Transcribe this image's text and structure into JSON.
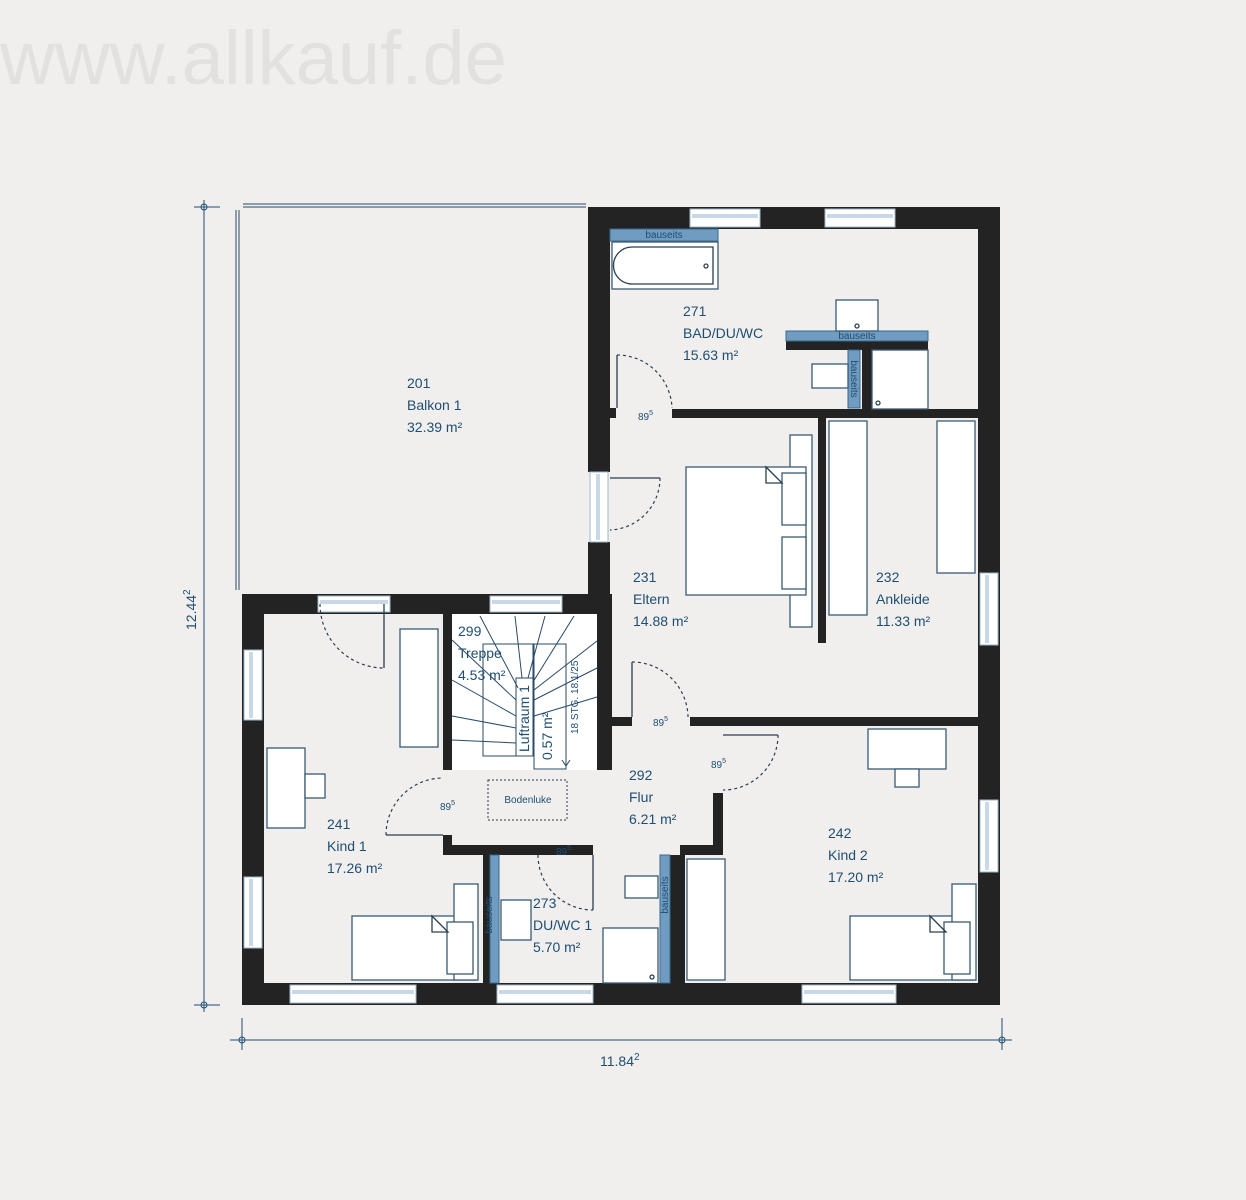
{
  "watermark": "www.allkauf.de",
  "dimensions": {
    "width": "11.84",
    "width_sup": "2",
    "height": "12.44",
    "height_sup": "2"
  },
  "rooms": [
    {
      "number": "201",
      "name": "Balkon 1",
      "area": "32.39 m²"
    },
    {
      "number": "271",
      "name": "BAD/DU/WC",
      "area": "15.63 m²"
    },
    {
      "number": "231",
      "name": "Eltern",
      "area": "14.88 m²"
    },
    {
      "number": "232",
      "name": "Ankleide",
      "area": "11.33 m²"
    },
    {
      "number": "299",
      "name": "Treppe",
      "area": "4.53 m²"
    },
    {
      "number": "241",
      "name": "Kind 1",
      "area": "17.26 m²"
    },
    {
      "number": "292",
      "name": "Flur",
      "area": "6.21 m²"
    },
    {
      "number": "242",
      "name": "Kind 2",
      "area": "17.20 m²"
    },
    {
      "number": "273",
      "name": "DU/WC 1",
      "area": "5.70 m²"
    }
  ],
  "door_width": "89",
  "door_width_sup": "5",
  "bauseits": "bauseits",
  "bodenluke": "Bodenluke",
  "luftraum": {
    "name": "Luftraum 1",
    "area": "0.57 m²"
  },
  "stairs_note": "18 STG. 18.1/25",
  "colors": {
    "wall": "#232323",
    "text": "#1f4e72",
    "bauseits": "#6f9cc0",
    "background": "#f0efee"
  }
}
